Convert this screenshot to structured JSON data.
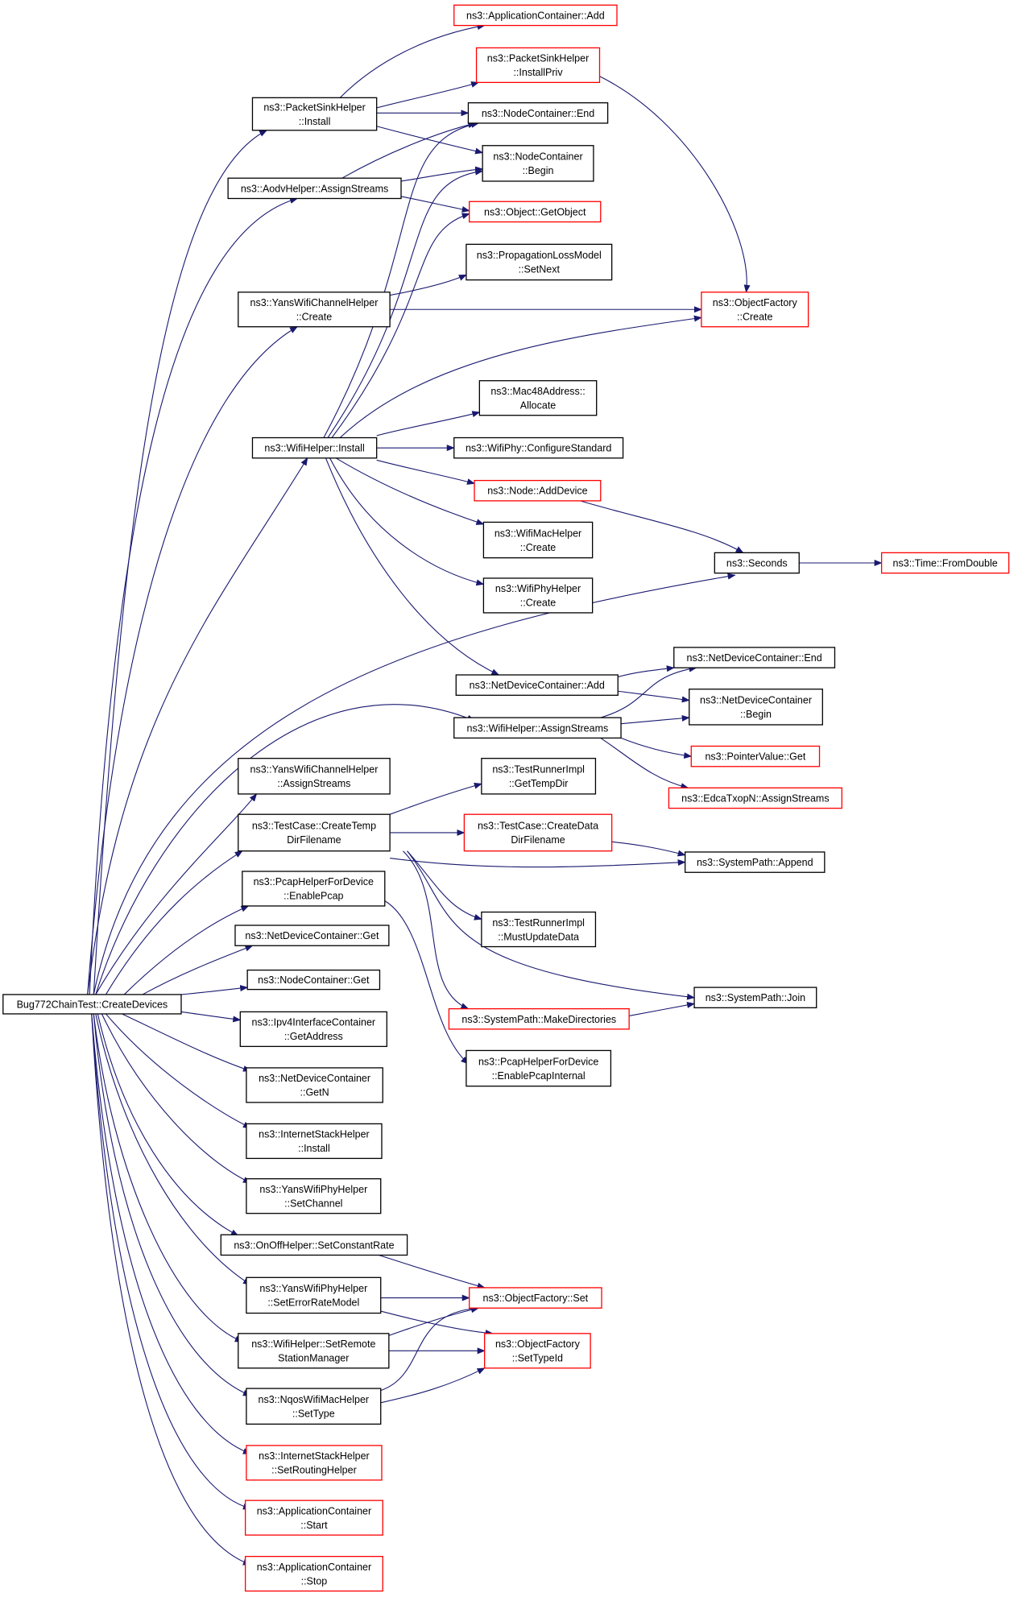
{
  "diagram": {
    "colors": {
      "edge": "#191970",
      "node_border": "#000000",
      "node_border_external": "#ff0000",
      "root_fill": "#bfbfbf"
    },
    "nodes": [
      {
        "id": "root",
        "lines": [
          "Bug772ChainTest::CreateDevices"
        ],
        "style": "root"
      },
      {
        "id": "psh_install",
        "lines": [
          "ns3::PacketSinkHelper",
          "::Install"
        ],
        "style": "normal"
      },
      {
        "id": "aodv_assign",
        "lines": [
          "ns3::AodvHelper::AssignStreams"
        ],
        "style": "normal"
      },
      {
        "id": "ywch_create",
        "lines": [
          "ns3::YansWifiChannelHelper",
          "::Create"
        ],
        "style": "normal"
      },
      {
        "id": "wifi_install",
        "lines": [
          "ns3::WifiHelper::Install"
        ],
        "style": "normal"
      },
      {
        "id": "ndc_add",
        "lines": [
          "ns3::NetDeviceContainer::Add"
        ],
        "style": "normal"
      },
      {
        "id": "wifi_assign",
        "lines": [
          "ns3::WifiHelper::AssignStreams"
        ],
        "style": "normal"
      },
      {
        "id": "ywch_assign",
        "lines": [
          "ns3::YansWifiChannelHelper",
          "::AssignStreams"
        ],
        "style": "normal"
      },
      {
        "id": "tc_create_temp",
        "lines": [
          "ns3::TestCase::CreateTemp",
          "DirFilename"
        ],
        "style": "normal"
      },
      {
        "id": "pcap_enable",
        "lines": [
          "ns3::PcapHelperForDevice",
          "::EnablePcap"
        ],
        "style": "normal"
      },
      {
        "id": "ndc_get",
        "lines": [
          "ns3::NetDeviceContainer::Get"
        ],
        "style": "normal"
      },
      {
        "id": "nc_get",
        "lines": [
          "ns3::NodeContainer::Get"
        ],
        "style": "normal"
      },
      {
        "id": "ipv4_getaddr",
        "lines": [
          "ns3::Ipv4InterfaceContainer",
          "::GetAddress"
        ],
        "style": "normal"
      },
      {
        "id": "ndc_getn",
        "lines": [
          "ns3::NetDeviceContainer",
          "::GetN"
        ],
        "style": "normal"
      },
      {
        "id": "ish_install",
        "lines": [
          "ns3::InternetStackHelper",
          "::Install"
        ],
        "style": "normal"
      },
      {
        "id": "ywph_setchannel",
        "lines": [
          "ns3::YansWifiPhyHelper",
          "::SetChannel"
        ],
        "style": "normal"
      },
      {
        "id": "onoff_setrate",
        "lines": [
          "ns3::OnOffHelper::SetConstantRate"
        ],
        "style": "normal"
      },
      {
        "id": "ywph_seterr",
        "lines": [
          "ns3::YansWifiPhyHelper",
          "::SetErrorRateModel"
        ],
        "style": "normal"
      },
      {
        "id": "wifi_setremote",
        "lines": [
          "ns3::WifiHelper::SetRemote",
          "StationManager"
        ],
        "style": "normal"
      },
      {
        "id": "nqos_settype",
        "lines": [
          "ns3::NqosWifiMacHelper",
          "::SetType"
        ],
        "style": "normal"
      },
      {
        "id": "ish_setrouting",
        "lines": [
          "ns3::InternetStackHelper",
          "::SetRoutingHelper"
        ],
        "style": "external"
      },
      {
        "id": "ac_start",
        "lines": [
          "ns3::ApplicationContainer",
          "::Start"
        ],
        "style": "external"
      },
      {
        "id": "ac_stop",
        "lines": [
          "ns3::ApplicationContainer",
          "::Stop"
        ],
        "style": "external"
      },
      {
        "id": "ac_add",
        "lines": [
          "ns3::ApplicationContainer::Add"
        ],
        "style": "external"
      },
      {
        "id": "psh_installpriv",
        "lines": [
          "ns3::PacketSinkHelper",
          "::InstallPriv"
        ],
        "style": "external"
      },
      {
        "id": "nc_end",
        "lines": [
          "ns3::NodeContainer::End"
        ],
        "style": "normal"
      },
      {
        "id": "nc_begin",
        "lines": [
          "ns3::NodeContainer",
          "::Begin"
        ],
        "style": "normal"
      },
      {
        "id": "obj_getobject",
        "lines": [
          "ns3::Object::GetObject"
        ],
        "style": "external"
      },
      {
        "id": "plm_setnext",
        "lines": [
          "ns3::PropagationLossModel",
          "::SetNext"
        ],
        "style": "normal"
      },
      {
        "id": "of_create",
        "lines": [
          "ns3::ObjectFactory",
          "::Create"
        ],
        "style": "external"
      },
      {
        "id": "mac48_alloc",
        "lines": [
          "ns3::Mac48Address::",
          "Allocate"
        ],
        "style": "normal"
      },
      {
        "id": "wifiphy_config",
        "lines": [
          "ns3::WifiPhy::ConfigureStandard"
        ],
        "style": "normal"
      },
      {
        "id": "node_adddev",
        "lines": [
          "ns3::Node::AddDevice"
        ],
        "style": "external"
      },
      {
        "id": "wmh_create",
        "lines": [
          "ns3::WifiMacHelper",
          "::Create"
        ],
        "style": "normal"
      },
      {
        "id": "wph_create",
        "lines": [
          "ns3::WifiPhyHelper",
          "::Create"
        ],
        "style": "normal"
      },
      {
        "id": "seconds",
        "lines": [
          "ns3::Seconds"
        ],
        "style": "normal"
      },
      {
        "id": "time_fromdouble",
        "lines": [
          "ns3::Time::FromDouble"
        ],
        "style": "external"
      },
      {
        "id": "ndc_end",
        "lines": [
          "ns3::NetDeviceContainer::End"
        ],
        "style": "normal"
      },
      {
        "id": "ndc_begin",
        "lines": [
          "ns3::NetDeviceContainer",
          "::Begin"
        ],
        "style": "normal"
      },
      {
        "id": "pv_get",
        "lines": [
          "ns3::PointerValue::Get"
        ],
        "style": "external"
      },
      {
        "id": "edca_assign",
        "lines": [
          "ns3::EdcaTxopN::AssignStreams"
        ],
        "style": "external"
      },
      {
        "id": "tri_gettemp",
        "lines": [
          "ns3::TestRunnerImpl",
          "::GetTempDir"
        ],
        "style": "normal"
      },
      {
        "id": "tc_createdata",
        "lines": [
          "ns3::TestCase::CreateData",
          "DirFilename"
        ],
        "style": "external"
      },
      {
        "id": "sp_append",
        "lines": [
          "ns3::SystemPath::Append"
        ],
        "style": "normal"
      },
      {
        "id": "tri_mustupdate",
        "lines": [
          "ns3::TestRunnerImpl",
          "::MustUpdateData"
        ],
        "style": "normal"
      },
      {
        "id": "sp_join",
        "lines": [
          "ns3::SystemPath::Join"
        ],
        "style": "normal"
      },
      {
        "id": "sp_makedirs",
        "lines": [
          "ns3::SystemPath::MakeDirectories"
        ],
        "style": "external"
      },
      {
        "id": "pcap_enableint",
        "lines": [
          "ns3::PcapHelperForDevice",
          "::EnablePcapInternal"
        ],
        "style": "normal"
      },
      {
        "id": "of_set",
        "lines": [
          "ns3::ObjectFactory::Set"
        ],
        "style": "external"
      },
      {
        "id": "of_settypeid",
        "lines": [
          "ns3::ObjectFactory",
          "::SetTypeId"
        ],
        "style": "external"
      }
    ],
    "edges": [
      [
        "root",
        "psh_install"
      ],
      [
        "root",
        "aodv_assign"
      ],
      [
        "root",
        "ywch_create"
      ],
      [
        "root",
        "wifi_install"
      ],
      [
        "root",
        "seconds"
      ],
      [
        "root",
        "wifi_assign"
      ],
      [
        "root",
        "ywch_assign"
      ],
      [
        "root",
        "tc_create_temp"
      ],
      [
        "root",
        "pcap_enable"
      ],
      [
        "root",
        "ndc_get"
      ],
      [
        "root",
        "nc_get"
      ],
      [
        "root",
        "ipv4_getaddr"
      ],
      [
        "root",
        "ndc_getn"
      ],
      [
        "root",
        "ish_install"
      ],
      [
        "root",
        "ywph_setchannel"
      ],
      [
        "root",
        "onoff_setrate"
      ],
      [
        "root",
        "ywph_seterr"
      ],
      [
        "root",
        "wifi_setremote"
      ],
      [
        "root",
        "nqos_settype"
      ],
      [
        "root",
        "ish_setrouting"
      ],
      [
        "root",
        "ac_start"
      ],
      [
        "root",
        "ac_stop"
      ],
      [
        "psh_install",
        "ac_add"
      ],
      [
        "psh_install",
        "psh_installpriv"
      ],
      [
        "psh_install",
        "nc_end"
      ],
      [
        "psh_install",
        "nc_begin"
      ],
      [
        "psh_installpriv",
        "of_create"
      ],
      [
        "aodv_assign",
        "nc_end"
      ],
      [
        "aodv_assign",
        "nc_begin"
      ],
      [
        "aodv_assign",
        "obj_getobject"
      ],
      [
        "ywch_create",
        "plm_setnext"
      ],
      [
        "ywch_create",
        "of_create"
      ],
      [
        "wifi_install",
        "nc_end"
      ],
      [
        "wifi_install",
        "nc_begin"
      ],
      [
        "wifi_install",
        "obj_getobject"
      ],
      [
        "wifi_install",
        "of_create"
      ],
      [
        "wifi_install",
        "mac48_alloc"
      ],
      [
        "wifi_install",
        "wifiphy_config"
      ],
      [
        "wifi_install",
        "node_adddev"
      ],
      [
        "wifi_install",
        "wmh_create"
      ],
      [
        "wifi_install",
        "wph_create"
      ],
      [
        "wifi_install",
        "ndc_add"
      ],
      [
        "node_adddev",
        "seconds"
      ],
      [
        "seconds",
        "time_fromdouble"
      ],
      [
        "ndc_add",
        "ndc_end"
      ],
      [
        "ndc_add",
        "ndc_begin"
      ],
      [
        "wifi_assign",
        "ndc_end"
      ],
      [
        "wifi_assign",
        "ndc_begin"
      ],
      [
        "wifi_assign",
        "pv_get"
      ],
      [
        "wifi_assign",
        "edca_assign"
      ],
      [
        "tc_create_temp",
        "tri_gettemp"
      ],
      [
        "tc_create_temp",
        "tc_createdata"
      ],
      [
        "tc_create_temp",
        "sp_append"
      ],
      [
        "tc_create_temp",
        "tri_mustupdate"
      ],
      [
        "tc_create_temp",
        "sp_join"
      ],
      [
        "tc_create_temp",
        "sp_makedirs"
      ],
      [
        "tc_createdata",
        "sp_append"
      ],
      [
        "sp_makedirs",
        "sp_join"
      ],
      [
        "pcap_enable",
        "pcap_enableint"
      ],
      [
        "onoff_setrate",
        "of_set"
      ],
      [
        "ywph_seterr",
        "of_set"
      ],
      [
        "ywph_seterr",
        "of_settypeid"
      ],
      [
        "wifi_setremote",
        "of_set"
      ],
      [
        "wifi_setremote",
        "of_settypeid"
      ],
      [
        "nqos_settype",
        "of_set"
      ],
      [
        "nqos_settype",
        "of_settypeid"
      ]
    ]
  }
}
